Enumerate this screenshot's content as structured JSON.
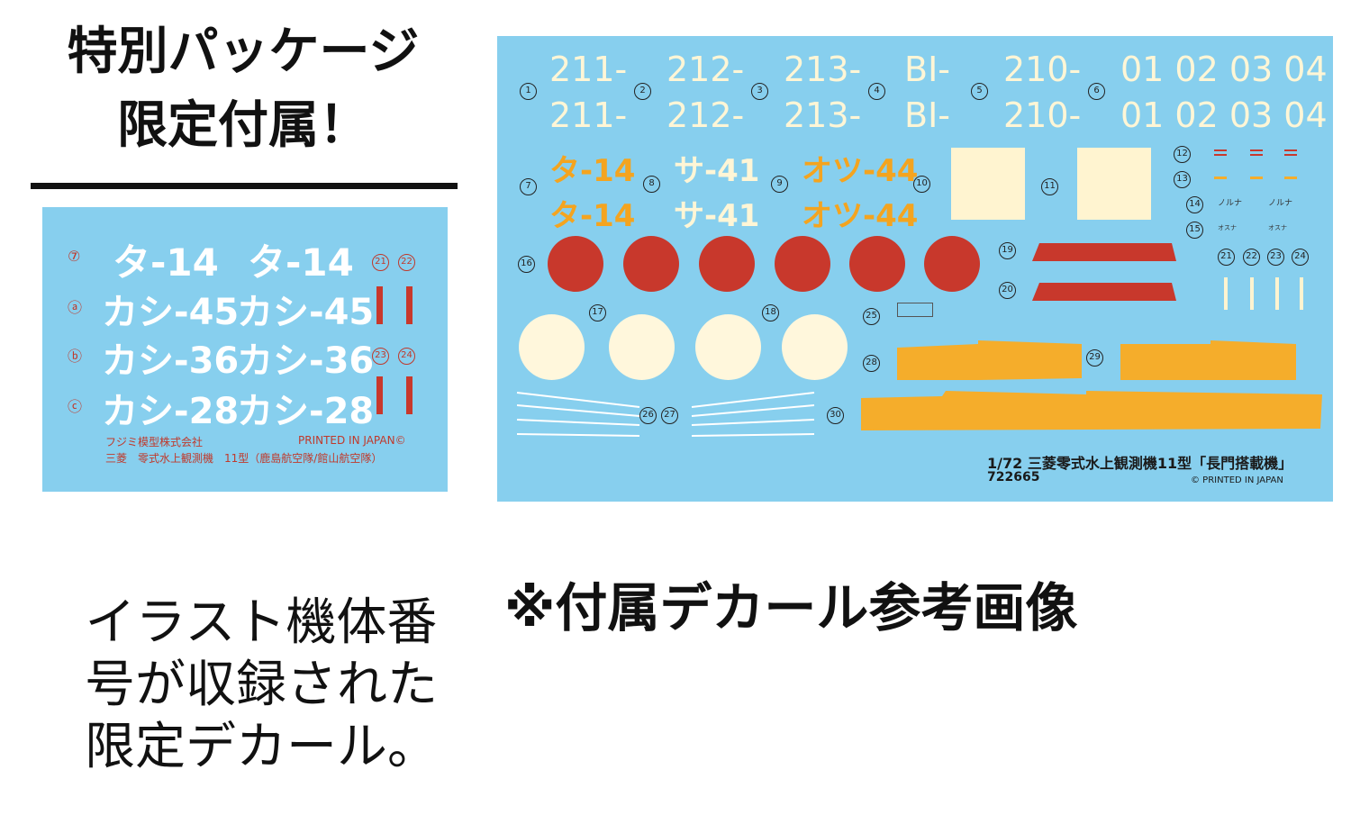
{
  "headline": {
    "line1": "特別パッケージ",
    "line2": "限定付属！"
  },
  "small_sheet": {
    "rows": [
      {
        "num": "⑦",
        "a": "タ-14",
        "b": "タ-14"
      },
      {
        "num": "ⓐ",
        "a": "カシ-45",
        "b": "カシ-45"
      },
      {
        "num": "ⓑ",
        "a": "カシ-36",
        "b": "カシ-36"
      },
      {
        "num": "ⓒ",
        "a": "カシ-28",
        "b": "カシ-28"
      }
    ],
    "markers": [
      "21",
      "22",
      "23",
      "24"
    ],
    "maker": "フジミ模型株式会社",
    "printed": "PRINTED IN JAPAN©",
    "product": "三菱　零式水上観測機　11型（鹿島航空隊/館山航空隊）"
  },
  "big_sheet": {
    "row1": [
      {
        "num": "1",
        "text": "211-"
      },
      {
        "num": "2",
        "text": "212-"
      },
      {
        "num": "3",
        "text": "213-"
      },
      {
        "num": "4",
        "text": "BI-"
      },
      {
        "num": "5",
        "text": "210-"
      },
      {
        "num": "6",
        "text": "01 02 03 04"
      }
    ],
    "row2": [
      {
        "num": "7",
        "text": "タ-14"
      },
      {
        "num": "8",
        "text": "サ-41"
      },
      {
        "num": "9",
        "text": "オツ-44"
      }
    ],
    "numbers": [
      "10",
      "11",
      "12",
      "13",
      "14",
      "15",
      "16",
      "17",
      "18",
      "19",
      "20",
      "21",
      "22",
      "23",
      "24",
      "25",
      "26",
      "27",
      "28",
      "29",
      "30"
    ],
    "kana_1": "ノルナ",
    "kana_2": "ノルナ",
    "kana_3": "オスナ",
    "kana_4": "オスナ",
    "title": "1/72 三菱零式水上観測機11型「長門搭載機」",
    "code": "722665",
    "printed": "© PRINTED IN JAPAN"
  },
  "bottom_left": {
    "line1": "イラスト機体番",
    "line2": "号が収録された",
    "line3": "限定デカール。"
  },
  "reference": "※付属デカール参考画像",
  "colors": {
    "decal_blue": "#87cfee",
    "hinomaru_red": "#c8382c",
    "stripe_orange": "#f5ad2b",
    "cream": "#fff7dc"
  }
}
